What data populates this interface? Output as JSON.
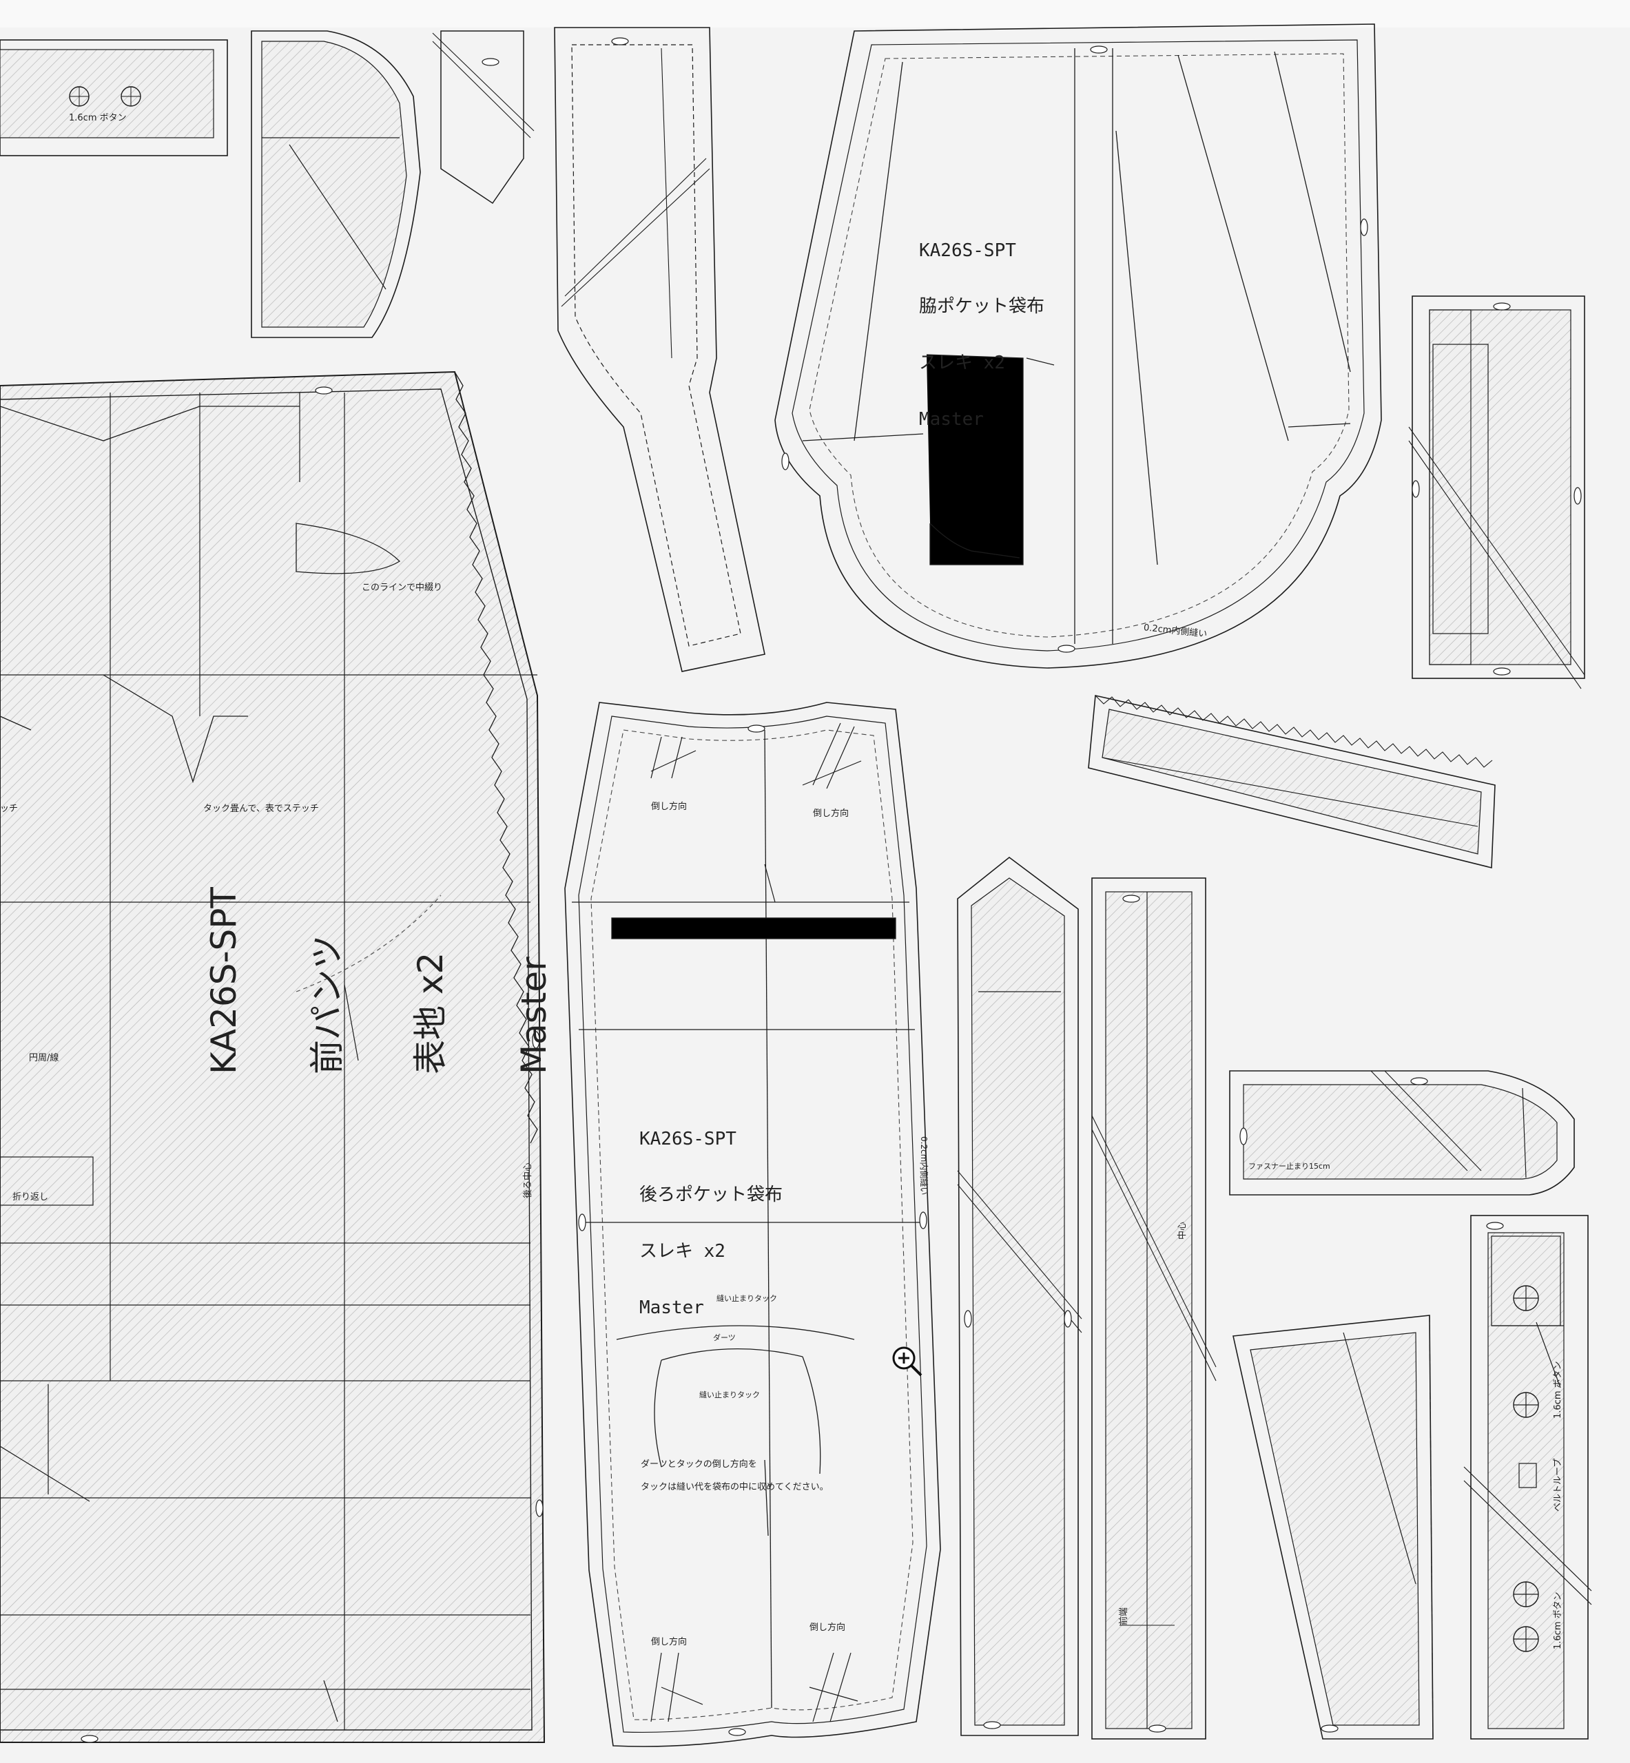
{
  "pieces": {
    "side_pocket": {
      "lines": [
        "KA26S-SPT",
        "脇ポケット袋布",
        "スレキ x2",
        "Master"
      ]
    },
    "back_pocket": {
      "lines": [
        "KA26S-SPT",
        "後ろポケット袋布",
        "スレキ x2",
        "Master"
      ]
    },
    "front_pants": {
      "lines": [
        "KA26S-SPT",
        "前パンツ",
        "表地 x2",
        "Master"
      ]
    }
  },
  "annotations": {
    "top_button": "1.6cm ボタン",
    "line_note": "このラインで中綴り",
    "tuck_note": "タック畳んで、表でステッチ",
    "stitch_left": "ッチ",
    "fold_back": "折り返し",
    "circle_mark": "円周/線",
    "straight_grain_1": "倒し方向",
    "straight_grain_2": "倒し方向",
    "straight_grain_3": "倒し方向",
    "straight_grain_4": "倒し方向",
    "back_note_1": "ダーツとタックの倒し方向を",
    "back_note_2": "タックは縫い代を袋布の中に収めてください。",
    "back_tuck_1": "縫い止まりタック",
    "back_tuck_2": "縫い止まりタック",
    "back_darts": "ダーツ",
    "width_note": "0.2cm内側縫い",
    "side_width_note": "0.2cm内側縫い",
    "zipper_note": "ファスナー止まり15cm",
    "belt_button": "1.6cm ボタン",
    "belt_loop": "ベルトループ",
    "belt_buttonhole": "1.6cm ボタン",
    "mid_mark": "中心",
    "back_center": "後ろ中心",
    "front_fly": "前端"
  }
}
